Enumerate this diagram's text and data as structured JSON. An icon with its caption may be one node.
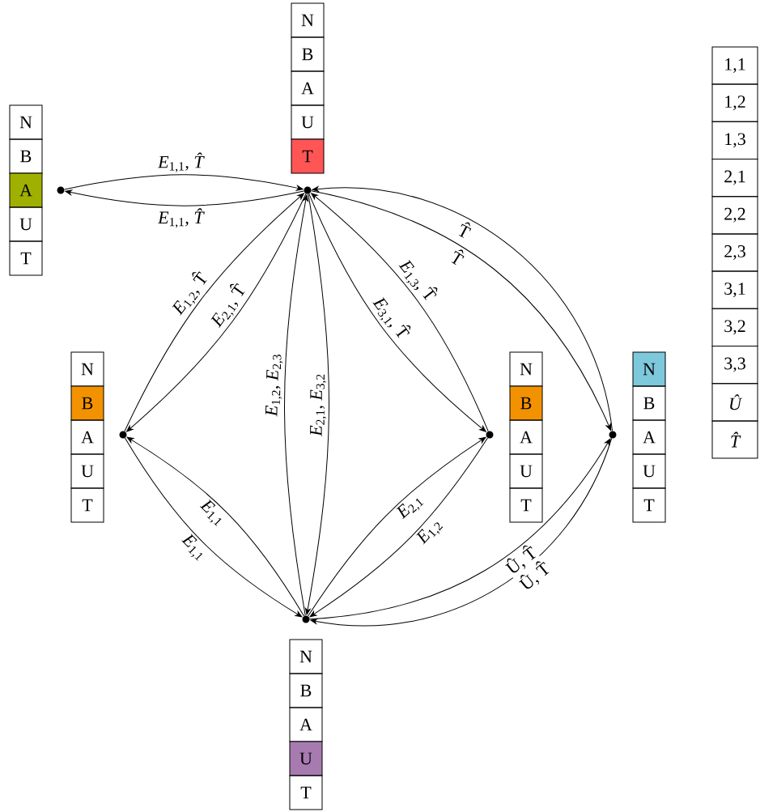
{
  "diagram": {
    "nodes": [
      {
        "text": [
          "N"
        ]
      },
      {
        "text": [
          "B"
        ]
      },
      {
        "text": [
          "A"
        ]
      },
      {
        "text": [
          "U"
        ]
      },
      {
        "text": [
          "T"
        ]
      },
      {
        "text": [],
        "shape": "circle"
      },
      {
        "text": [
          "1,1"
        ]
      },
      {
        "text": [
          "1,2"
        ]
      },
      {
        "text": [
          "1,3"
        ]
      },
      {
        "text": [
          "2,1"
        ]
      },
      {
        "text": [
          "2,2"
        ]
      },
      {
        "text": [
          "2,3"
        ]
      },
      {
        "text": [
          "3,1"
        ]
      },
      {
        "text": [
          "3,2"
        ]
      },
      {
        "text": [
          "3,3"
        ]
      },
      {
        "text": [
          "Û"
        ]
      },
      {
        "text": [
          "T̂"
        ]
      },
      {
        "text": [
          "N"
        ]
      },
      {
        "text": [
          "B"
        ]
      },
      {
        "text": [
          "A"
        ]
      },
      {
        "text": [
          "U"
        ]
      },
      {
        "text": [
          "T"
        ]
      },
      {
        "text": [],
        "shape": "circle"
      },
      {
        "text": [
          "N"
        ]
      },
      {
        "text": [
          "B"
        ]
      },
      {
        "text": [
          "A"
        ]
      },
      {
        "text": [
          "U"
        ]
      },
      {
        "text": [
          "T"
        ]
      },
      {
        "text": [],
        "shape": "circle"
      },
      {
        "text": [
          "N"
        ]
      },
      {
        "text": [
          "B"
        ]
      },
      {
        "text": [
          "A"
        ]
      },
      {
        "text": [
          "U"
        ]
      },
      {
        "text": [
          "T"
        ]
      },
      {
        "text": [],
        "shape": "circle"
      },
      {
        "text": [
          "N"
        ]
      },
      {
        "text": [
          "B"
        ]
      },
      {
        "text": [
          "A"
        ]
      },
      {
        "text": [
          "U"
        ]
      },
      {
        "text": [
          "T"
        ]
      },
      {
        "text": [],
        "shape": "circle"
      },
      {
        "text": [],
        "shape": "circle"
      },
      {
        "text": [
          "N"
        ]
      },
      {
        "text": [
          "B"
        ]
      },
      {
        "text": [
          "A"
        ]
      },
      {
        "text": [
          "U"
        ]
      },
      {
        "text": [
          "T"
        ]
      }
    ],
    "edges": [
      {
        "from": 22,
        "to": 5,
        "arrow": "to",
        "label": "*E*$_{1,1}$, *T̂*"
      },
      {
        "from": 5,
        "to": 22,
        "arrow": "to",
        "label": "*E*$_{1,1}$, *T̂*"
      },
      {
        "from": 28,
        "to": 5,
        "arrow": "to",
        "label": "*E*$_{1,2}$, T̂"
      },
      {
        "from": 5,
        "to": 28,
        "arrow": "to",
        "label": "*E*$_{2,1}$, T̂"
      },
      {
        "from": 41,
        "to": 5,
        "arrow": "to",
        "label": "*E*$_{1,2}$, *E*$_{2,3}$"
      },
      {
        "from": 5,
        "to": 41,
        "arrow": "to",
        "label": "*E*$_{2,1}$, *E*$_{3,2}$"
      },
      {
        "from": 34,
        "to": 5,
        "arrow": "to",
        "label": "*E*$_{1,3}$, T̂"
      },
      {
        "from": 5,
        "to": 34,
        "arrow": "to",
        "label": "*E*$_{3,1}$, T̂"
      },
      {
        "from": 40,
        "to": 5,
        "arrow": "to",
        "label": "T̂"
      },
      {
        "from": 5,
        "to": 40,
        "arrow": "to",
        "label": "T̂"
      },
      {
        "from": 41,
        "to": 28,
        "arrow": "to",
        "label": "*E*$_{1,1}$"
      },
      {
        "from": 28,
        "to": 41,
        "arrow": "to",
        "label": "*E*$_{1,1}$"
      },
      {
        "from": 41,
        "to": 34,
        "arrow": "to",
        "label": "*E*$_{2,1}$"
      },
      {
        "from": 34,
        "to": 41,
        "arrow": "to",
        "label": "*E*$_{1,2}$"
      },
      {
        "from": 41,
        "to": 40,
        "arrow": "to",
        "label": "Û, T̂"
      },
      {
        "from": 40,
        "to": 41,
        "arrow": "to",
        "label": "Û, T̂"
      }
    ]
  }
}
